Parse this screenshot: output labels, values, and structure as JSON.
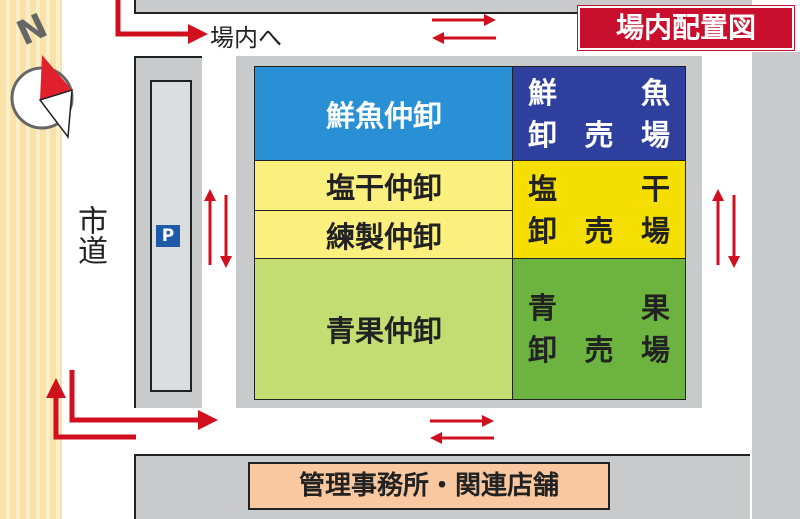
{
  "title": "場内配置図",
  "entrance_label": "場内へ",
  "city_road_label": "市道",
  "parking_label": "P",
  "compass_label": "N",
  "sections": {
    "fish_intermediate": "鮮魚仲卸",
    "salted_intermediate": "塩干仲卸",
    "paste_intermediate": "練製仲卸",
    "produce_intermediate": "青果仲卸"
  },
  "wholesale": {
    "fish": [
      "鮮",
      "",
      "魚",
      "卸",
      "売",
      "場"
    ],
    "salted": [
      "塩",
      "",
      "干",
      "卸",
      "売",
      "場"
    ],
    "produce": [
      "青",
      "",
      "果",
      "卸",
      "売",
      "場"
    ]
  },
  "office_label": "管理事務所・関連店舗",
  "colors": {
    "accent_red": "#d0101e",
    "fish_left": "#2a90d6",
    "fish_right": "#2f3f9e",
    "yellow_left": "#fbf07e",
    "yellow_right": "#f4df00",
    "green_left": "#c3dd72",
    "green_right": "#6db33f",
    "office": "#f9c8a0",
    "parking": "#1f5aa8"
  }
}
